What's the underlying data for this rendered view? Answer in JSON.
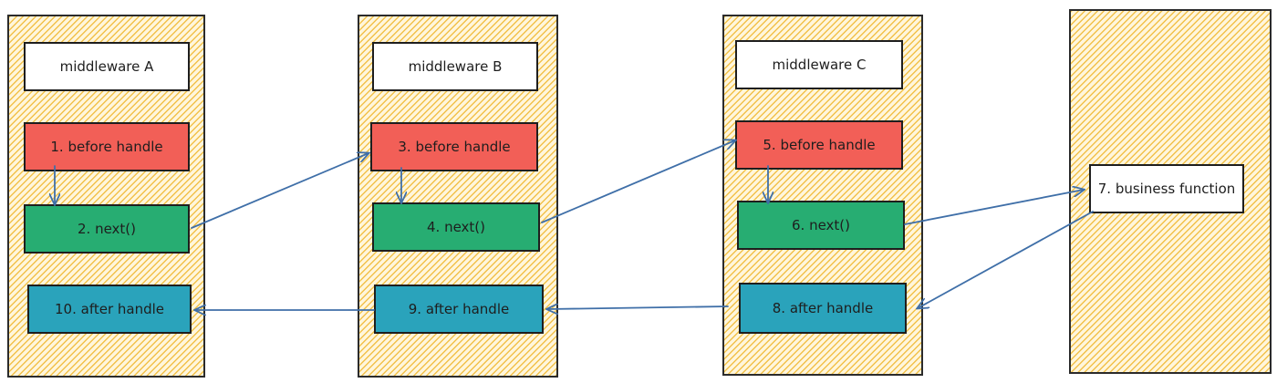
{
  "middlewares": [
    {
      "title": "middleware A",
      "before": "1. before handle",
      "next": "2. next()",
      "after": "10. after handle"
    },
    {
      "title": "middleware B",
      "before": "3. before handle",
      "next": "4. next()",
      "after": "9. after handle"
    },
    {
      "title": "middleware C",
      "before": "5. before handle",
      "next": "6. next()",
      "after": "8. after handle"
    }
  ],
  "business": {
    "label": "7. business function"
  },
  "colors": {
    "panel_hatch": "#f2c14a",
    "before": "#f25f57",
    "next": "#27ad72",
    "after": "#2aa3bb",
    "arrow": "#3f6fa8"
  }
}
